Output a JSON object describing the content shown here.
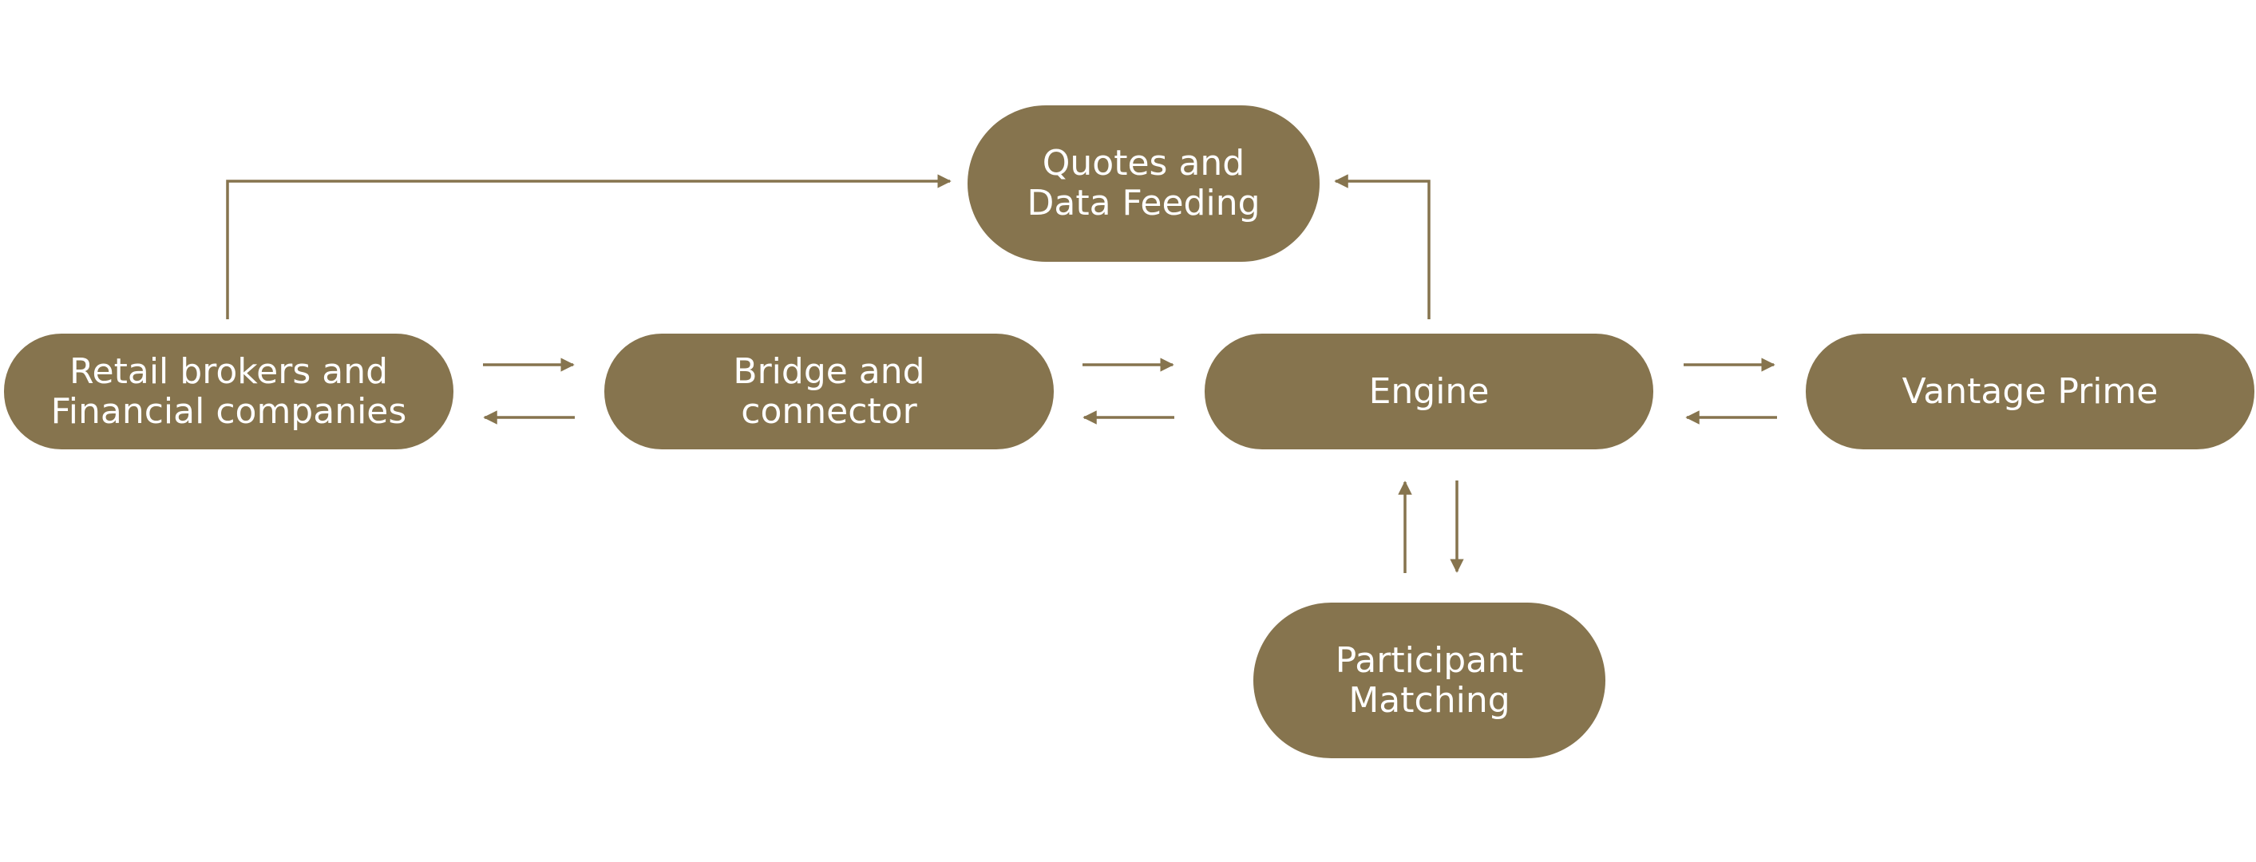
{
  "colors": {
    "node_fill": "#86744e",
    "node_text": "#ffffff",
    "connector": "#86744e",
    "background": "#ffffff"
  },
  "nodes": {
    "retail": "Retail brokers and\nFinancial companies",
    "bridge": "Bridge and\nconnector",
    "engine": "Engine",
    "vantage": "Vantage Prime",
    "quotes": "Quotes and\nData Feeding",
    "participant": "Participant\nMatching"
  },
  "edges": [
    {
      "from": "retail",
      "to": "quotes"
    },
    {
      "from": "engine",
      "to": "quotes"
    },
    {
      "from": "retail",
      "to": "bridge"
    },
    {
      "from": "bridge",
      "to": "retail"
    },
    {
      "from": "bridge",
      "to": "engine"
    },
    {
      "from": "engine",
      "to": "bridge"
    },
    {
      "from": "engine",
      "to": "vantage"
    },
    {
      "from": "vantage",
      "to": "engine"
    },
    {
      "from": "engine",
      "to": "participant"
    },
    {
      "from": "participant",
      "to": "engine"
    }
  ]
}
